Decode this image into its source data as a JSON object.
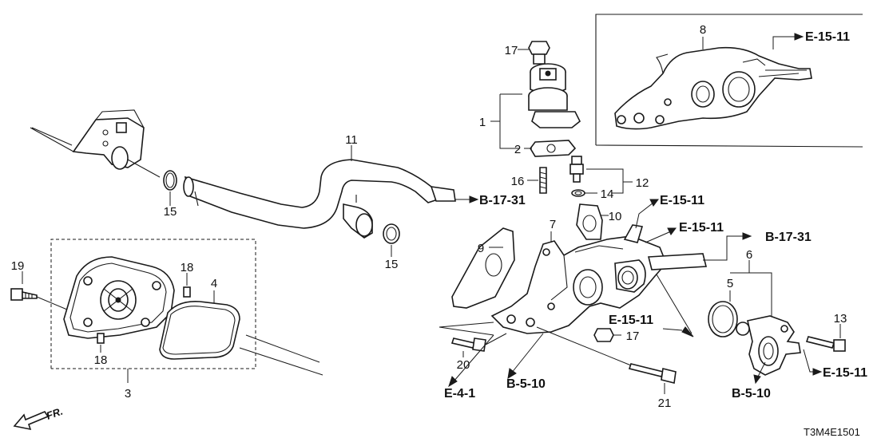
{
  "diagram_code": "T3M4E1501",
  "front_label": "FR.",
  "callouts": {
    "c1": "1",
    "c2": "2",
    "c3": "3",
    "c4": "4",
    "c5": "5",
    "c6": "6",
    "c7": "7",
    "c8": "8",
    "c9": "9",
    "c10": "10",
    "c11": "11",
    "c12": "12",
    "c13": "13",
    "c14": "14",
    "c15a": "15",
    "c15b": "15",
    "c16": "16",
    "c17a": "17",
    "c17b": "17",
    "c18a": "18",
    "c18b": "18",
    "c19": "19",
    "c20": "20",
    "c21": "21"
  },
  "section_refs": {
    "e1511_inset": "E-15-11",
    "e1511_a": "E-15-11",
    "e1511_b": "E-15-11",
    "e1511_c": "E-15-11",
    "e1511_d": "E-15-11",
    "b1731_a": "B-17-31",
    "b1731_b": "B-17-31",
    "b510_a": "B-5-10",
    "b510_b": "B-5-10",
    "e41": "E-4-1"
  }
}
